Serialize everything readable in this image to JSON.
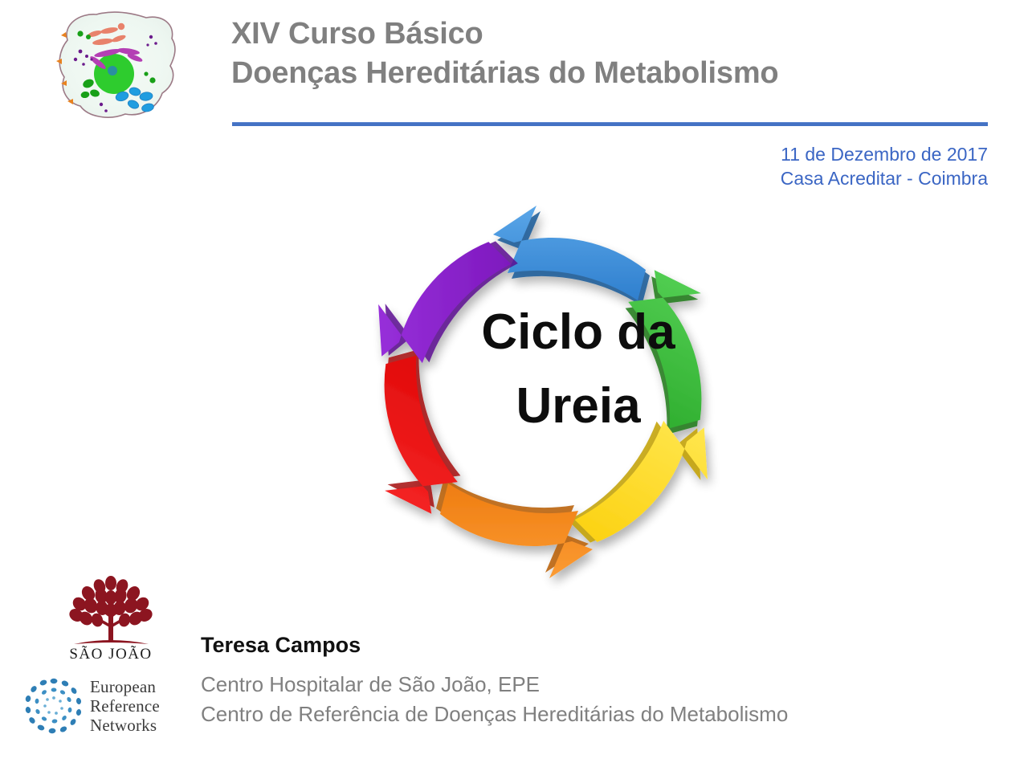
{
  "header": {
    "title_line1": "XIV Curso Básico",
    "title_line2": "Doenças Hereditárias do Metabolismo",
    "title_color": "#808080",
    "rule_color": "#4472C4",
    "date": "11 de Dezembro de 2017",
    "venue": "Casa Acreditar - Coimbra",
    "date_color": "#3B66C4",
    "logo_name": "animal-cell-illustration"
  },
  "diagram": {
    "center_label_line1": "Ciclo da",
    "center_label_line2": "Ureia",
    "center_label_color": "#0D0D0D",
    "direction": "counterclockwise",
    "segments": [
      {
        "name": "blue-arrow",
        "color": "#3C8FDC",
        "side": "#2A6FB0",
        "position": "top",
        "start_deg": -118,
        "end_deg": -62
      },
      {
        "name": "green-arrow",
        "color": "#3FC03F",
        "side": "#28921F",
        "position": "upper-right",
        "start_deg": -58,
        "end_deg": -2
      },
      {
        "name": "yellow-arrow",
        "color": "#FFDD2E",
        "side": "#C9A500",
        "position": "right",
        "start_deg": 2,
        "end_deg": 58
      },
      {
        "name": "orange-arrow",
        "color": "#F5871F",
        "side": "#C1640C",
        "position": "bottom",
        "start_deg": 62,
        "end_deg": 118
      },
      {
        "name": "red-arrow",
        "color": "#EE1111",
        "side": "#B00A0A",
        "position": "lower-left",
        "start_deg": 122,
        "end_deg": 178
      },
      {
        "name": "purple-arrow",
        "color": "#8A22CE",
        "side": "#651499",
        "position": "upper-left",
        "start_deg": -178,
        "end_deg": -122
      }
    ]
  },
  "footer": {
    "sao_joao_label": "SÃO JOÃO",
    "sao_joao_color": "#8C1520",
    "ern_line1": "European",
    "ern_line2": "Reference",
    "ern_line3": "Networks",
    "ern_color": "#3B3B3B",
    "ern_mark_color": "#2E7EB5"
  },
  "presenter": {
    "name": "Teresa Campos",
    "affiliation_line1": "Centro Hospitalar de São João, EPE",
    "affiliation_line2": "Centro de Referência de Doenças Hereditárias do Metabolismo",
    "affiliation_color": "#808080"
  }
}
